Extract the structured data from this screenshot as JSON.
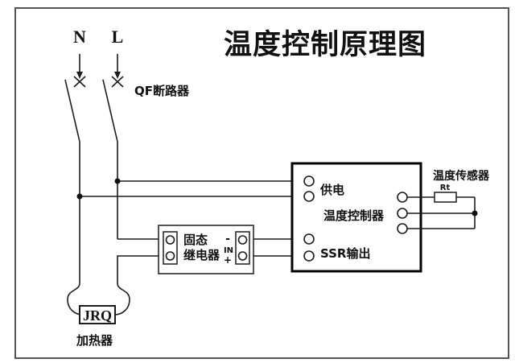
{
  "title": "温度控制原理图",
  "power_input": {
    "neutral_label": "N",
    "live_label": "L",
    "breaker_label": "QF断路器"
  },
  "ssr_relay": {
    "name_line1": "固态",
    "name_line2": "继电器",
    "minus_label": "-",
    "in_label": "IN",
    "plus_label": "+"
  },
  "controller": {
    "power_label": "供电",
    "name": "温度控制器",
    "output_label": "SSR输出"
  },
  "sensor": {
    "name": "温度传感器",
    "resistor_label": "Rt"
  },
  "heater": {
    "code": "JRQ",
    "name": "加热器"
  },
  "colors": {
    "line": "#1c1c1c",
    "frame": "#555555",
    "controller_border": "#000000",
    "background": "#ffffff",
    "text": "#111111"
  }
}
